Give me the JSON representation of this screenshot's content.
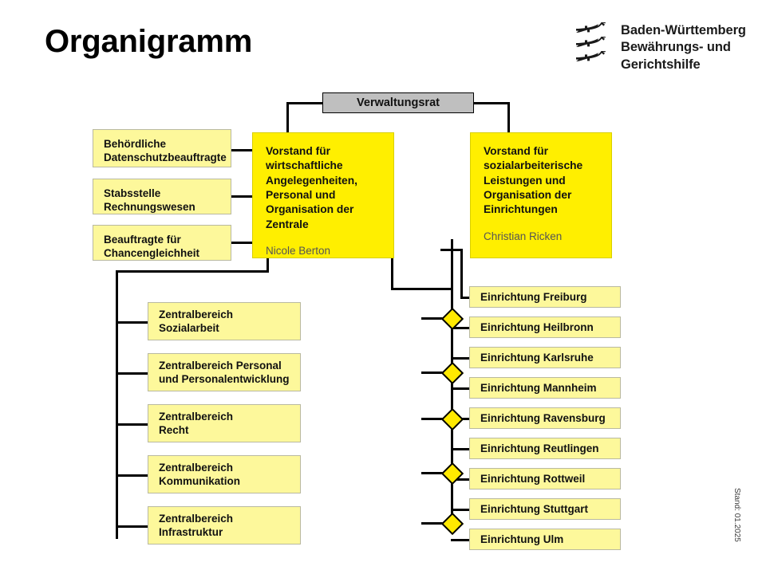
{
  "header": {
    "title": "Organigramm",
    "logo_lines": [
      "Baden-Württemberg",
      "Bewährungs- und",
      "Gerichtshilfe"
    ],
    "logo_icon": "three-lions-crest"
  },
  "footer": {
    "stand": "Stand: 01.2025"
  },
  "council": {
    "label": "Verwaltungsrat"
  },
  "staff_units": [
    {
      "label": "Behördliche\nDatenschutzbeauftragte"
    },
    {
      "label": "Stabsstelle\nRechnungswesen"
    },
    {
      "label": "Beauftragte für\nChancengleichheit"
    }
  ],
  "board": [
    {
      "title": "Vorstand für wirtschaftliche Angelegenheiten, Personal und Organisation der Zentrale",
      "person": "Nicole Berton"
    },
    {
      "title": "Vorstand für sozialarbeiterische Leistungen und Organisation der Einrichtungen",
      "person": "Christian Ricken"
    }
  ],
  "central_units": [
    {
      "label": "Zentralbereich\nSozialarbeit"
    },
    {
      "label": "Zentralbereich Personal\nund Personalentwicklung"
    },
    {
      "label": "Zentralbereich\nRecht"
    },
    {
      "label": "Zentralbereich\nKommunikation"
    },
    {
      "label": "Zentralbereich\nInfrastruktur"
    }
  ],
  "facilities": [
    {
      "label": "Einrichtung Freiburg"
    },
    {
      "label": "Einrichtung Heilbronn"
    },
    {
      "label": "Einrichtung Karlsruhe"
    },
    {
      "label": "Einrichtung Mannheim"
    },
    {
      "label": "Einrichtung Ravensburg"
    },
    {
      "label": "Einrichtung Reutlingen"
    },
    {
      "label": "Einrichtung Rottweil"
    },
    {
      "label": "Einrichtung Stuttgart"
    },
    {
      "label": "Einrichtung Ulm"
    }
  ],
  "colors": {
    "accent_yellow": "#ffef00",
    "pale_yellow": "#fdf89b",
    "council_gray": "#bfbfbf",
    "line": "#000000"
  }
}
